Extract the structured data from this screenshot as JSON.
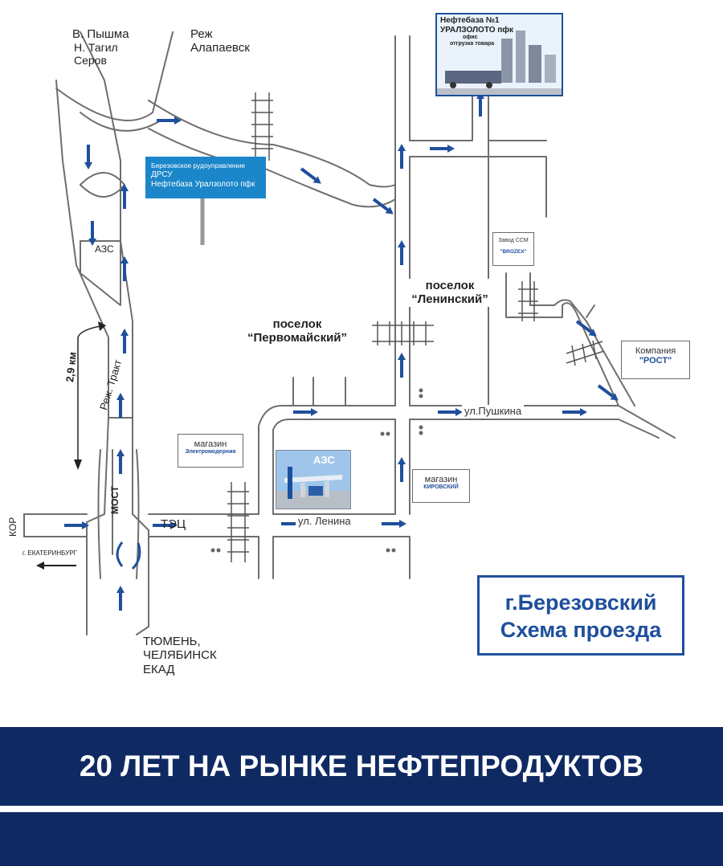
{
  "places": {
    "pyshma": [
      "В. Пышма",
      "Н. Тагил",
      "Серов"
    ],
    "rezh": [
      "Реж",
      "Алапаевск"
    ],
    "kor": "КОР",
    "ekat": "г. ЕКАТЕРИНБУРГ",
    "tyumen": [
      "ТЮМЕНЬ,",
      "ЧЕЛЯБИНСК",
      "ЕКАД"
    ],
    "tec": "ТЭЦ",
    "azs_left": "АЗС",
    "distance": "2,9 км",
    "rezh_trakt": "Реж. Тракт",
    "most": "МОСТ"
  },
  "settlements": {
    "pervomaisky": [
      "поселок",
      "“Первомайский”"
    ],
    "leninsky": [
      "поселок",
      "“Ленинский”"
    ]
  },
  "streets": {
    "pushkina": "ул.Пушкина",
    "lenina": "ул. Ленина"
  },
  "signs": {
    "drsu": [
      "Березовское рудоуправление",
      "ДРСУ",
      "Нефтебаза Уралзолото пфк"
    ],
    "neftebaza": [
      "Нефтебаза №1",
      "УРАЛЗОЛОТО пфк",
      "офис",
      "отгрузка товара"
    ],
    "zavod": [
      "Завод ССМ",
      "\"BROZEX\""
    ],
    "rost": [
      "Компания",
      "\"РОСТ\""
    ],
    "magazin_elektro": [
      "магазин",
      "Электромодерния"
    ],
    "magazin_kirov": [
      "магазин",
      "КИРОВСКИЙ"
    ],
    "azs_photo": "АЗС"
  },
  "title": [
    "г.Березовский",
    "Схема проезда"
  ],
  "banner": "20 ЛЕТ НА РЫНКЕ НЕФТЕПРОДУКТОВ",
  "colors": {
    "accent": "#1f4f9c",
    "banner": "#0f2a63",
    "sign_blue": "#1b86c9",
    "road": "#6e6e6e"
  }
}
